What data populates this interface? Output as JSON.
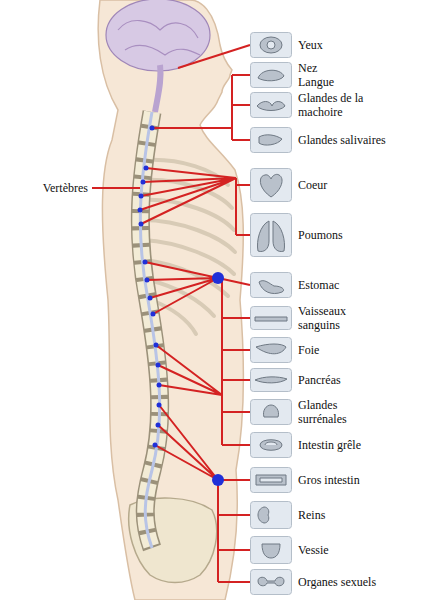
{
  "diagram": {
    "nodes": [
      {
        "text": [
          "Yeux"
        ]
      },
      {
        "text": [
          "Nez",
          "Langue"
        ]
      },
      {
        "text": [
          "Glandes de la machoire"
        ]
      },
      {
        "text": [
          "Glandes salivaires"
        ]
      },
      {
        "text": [
          "Coeur"
        ]
      },
      {
        "text": [
          "Poumons"
        ]
      },
      {
        "text": [
          "Estomac"
        ]
      },
      {
        "text": [
          "Vaisseaux sanguins"
        ]
      },
      {
        "text": [
          "Foie"
        ]
      },
      {
        "text": [
          "Pancréas"
        ]
      },
      {
        "text": [
          "Glandes surrénales"
        ]
      },
      {
        "text": [
          "Intestin grêle"
        ]
      },
      {
        "text": [
          "Gros intestin"
        ]
      },
      {
        "text": [
          "Reins"
        ]
      },
      {
        "text": [
          "Vessie"
        ]
      },
      {
        "text": [
          "Organes sexuels"
        ]
      }
    ],
    "labels": [
      "Vertèbres"
    ]
  }
}
